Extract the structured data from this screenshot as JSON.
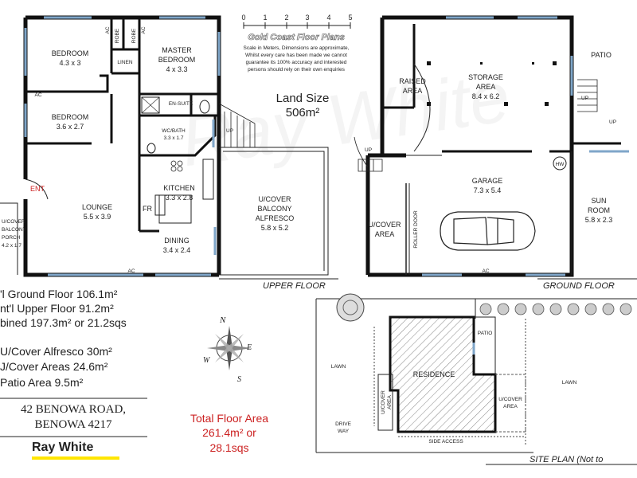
{
  "scale": {
    "ticks": [
      "0",
      "1",
      "2",
      "3",
      "4",
      "5"
    ],
    "brand": "Gold Coast Floor Plans",
    "disclaimer": [
      "Scale in Meters, Dimensions are approximate,",
      "Whilst every care has been made we cannot",
      "guarantee its 100% accuracy and interested",
      "persons should rely on their own enquiries"
    ]
  },
  "land": {
    "label": "Land Size",
    "value": "506m²"
  },
  "upper_floor": {
    "title": "UPPER FLOOR",
    "rooms": {
      "bedroom1": {
        "name": "BEDROOM",
        "dims": "4.3 x 3"
      },
      "master": {
        "name": "MASTER",
        "name2": "BEDROOM",
        "dims": "4 x 3.3"
      },
      "bedroom2": {
        "name": "BEDROOM",
        "dims": "3.6 x 2.7"
      },
      "linen": "LINEN",
      "robe1": "ROBE",
      "robe2": "ROBE",
      "ac1": "AC",
      "ac2": "AC",
      "ac3": "AC",
      "ac4": "AC",
      "ensuite": "EN-SUITE",
      "wcbath": {
        "name": "WC/BATH",
        "dims": "3.3 x 1.7"
      },
      "kitchen": {
        "name": "KITCHEN",
        "dims": "3.3 x 2.8"
      },
      "fr": "FR",
      "lounge": {
        "name": "LOUNGE",
        "dims": "5.5 x 3.9"
      },
      "dining": {
        "name": "DINING",
        "dims": "3.4 x 2.4"
      },
      "alfresco": {
        "l1": "U/COVER",
        "l2": "BALCONY",
        "l3": "ALFRESCO",
        "dims": "5.8 x 5.2"
      },
      "porch": {
        "l1": "U/COVER",
        "l2": "BALCONY",
        "l3": "PORCH",
        "dims": "4.2 x 1.7"
      },
      "ent": "ENT",
      "up": "UP"
    }
  },
  "ground_floor": {
    "title": "GROUND FLOOR",
    "rooms": {
      "raised": {
        "l1": "RAISED",
        "l2": "AREA"
      },
      "storage": {
        "l1": "STORAGE",
        "l2": "AREA",
        "dims": "8.4 x 6.2"
      },
      "patio": "PATIO",
      "garage": {
        "name": "GARAGE",
        "dims": "7.3 x 5.4"
      },
      "sunroom": {
        "l1": "SUN",
        "l2": "ROOM",
        "dims": "5.8 x 2.3"
      },
      "ucover": {
        "l1": "U/COVER",
        "l2": "AREA"
      },
      "roller": "ROLLER DOOR",
      "hw": "HW",
      "ac": "AC",
      "up1": "UP",
      "up2": "UP",
      "up3": "UP"
    }
  },
  "areas": [
    "'l Ground Floor 106.1m²",
    "nt'l Upper Floor 91.2m²",
    "bined 197.3m² or 21.2sqs"
  ],
  "extras": [
    "U/Cover Alfresco 30m²",
    "J/Cover Areas 24.6m²",
    "Patio Area 9.5m²"
  ],
  "address": {
    "line1": "42 BENOWA ROAD,",
    "line2": "BENOWA 4217"
  },
  "logo": "Ray White",
  "total": {
    "l1": "Total Floor Area",
    "l2": "261.4m² or",
    "l3": "28.1sqs"
  },
  "compass": {
    "n": "N",
    "e": "E",
    "s": "S",
    "w": "W"
  },
  "site_plan": {
    "title": "SITE PLAN (Not to",
    "residence": "RESIDENCE",
    "lawn1": "LAWN",
    "lawn2": "LAWN",
    "patio": "PATIO",
    "drive1": "DRIVE",
    "drive2": "WAY",
    "ucover1": {
      "l1": "U/COVER",
      "l2": "AREA"
    },
    "ucover2": {
      "l1": "U/COVER",
      "l2": "AREA"
    },
    "side_access": "SIDE ACCESS"
  },
  "watermark": "Ray White",
  "colors": {
    "wall": "#111111",
    "window": "#7fa6c9",
    "total_text": "#cc2222",
    "logo_yellow": "#ffe600"
  }
}
